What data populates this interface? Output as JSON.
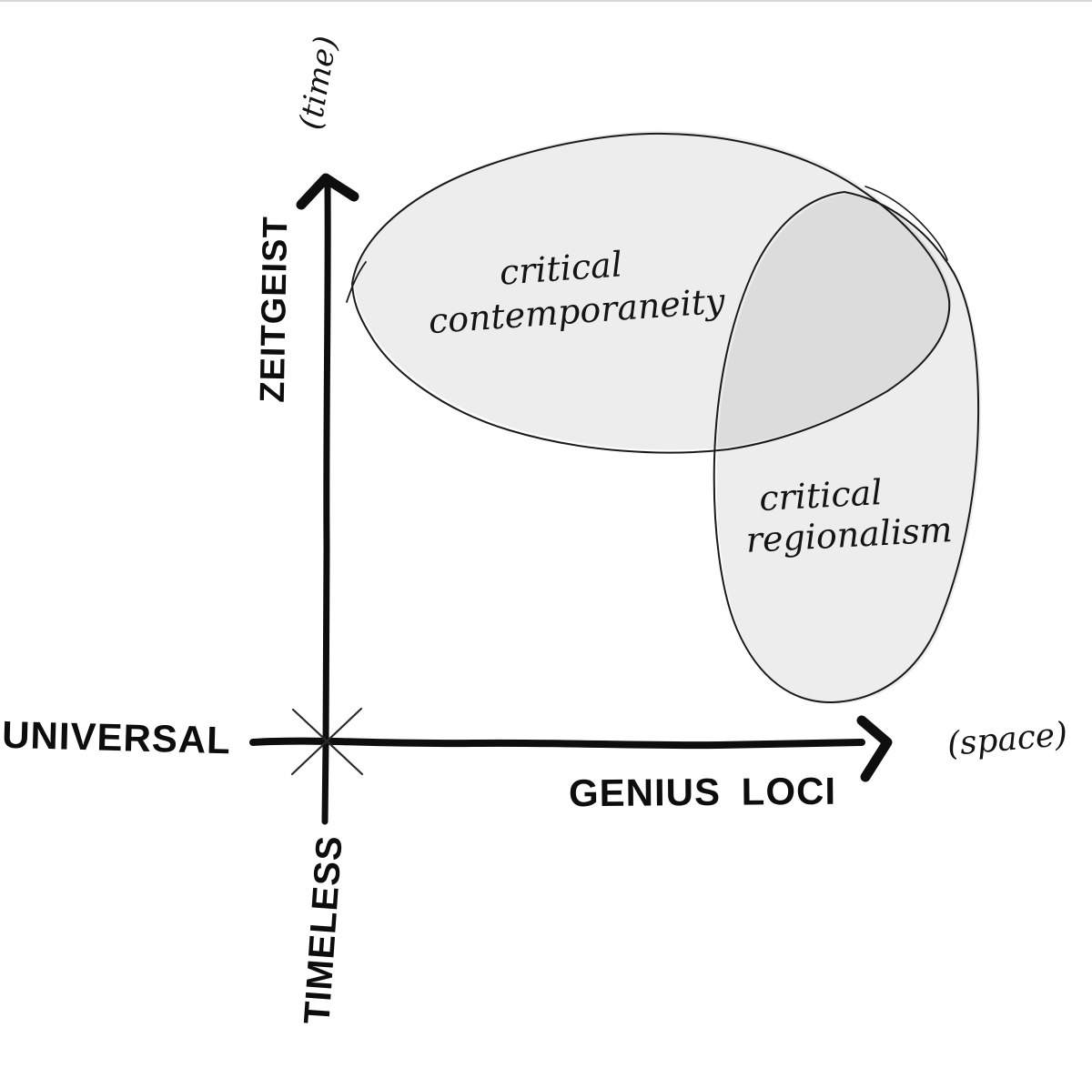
{
  "diagram": {
    "y_axis": {
      "annotation": "(time)",
      "positive_label": "ZEITGEIST",
      "negative_label": "TIMELESS"
    },
    "x_axis": {
      "annotation": "(space)",
      "negative_label": "UNIVERSAL",
      "positive_label": "GENIUS LOCI"
    },
    "regions": [
      {
        "name": "critical contemporaneity",
        "line1": "critical",
        "line2": "contemporaneity"
      },
      {
        "name": "critical regionalism",
        "line1": "critical",
        "line2": "regionalism"
      }
    ],
    "colors": {
      "ink": "#101010",
      "region_fill": "#ececec",
      "region_overlap_fill": "#dbdbdb",
      "background": "#ffffff"
    }
  }
}
